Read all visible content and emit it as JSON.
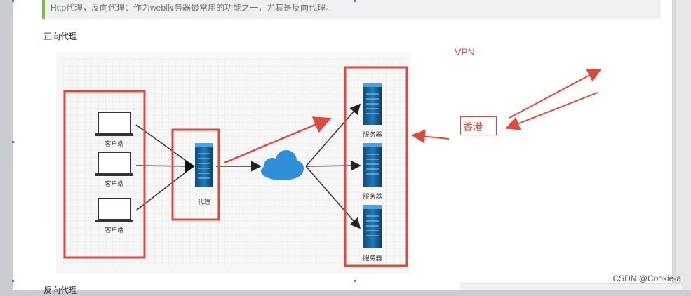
{
  "quote": {
    "text": "Http代理，反向代理：作为web服务器最常用的功能之一，尤其是反向代理。"
  },
  "sections": {
    "forward_title": "正向代理",
    "reverse_title": "反向代理"
  },
  "diagram": {
    "client_label": "客户端",
    "proxy_label": "代理",
    "server_label": "服务器"
  },
  "annotations": {
    "vpn": "VPN",
    "hongkong": "香港",
    "accent_color": "#e0483a"
  },
  "watermark": "CSDN @Cookie-a"
}
